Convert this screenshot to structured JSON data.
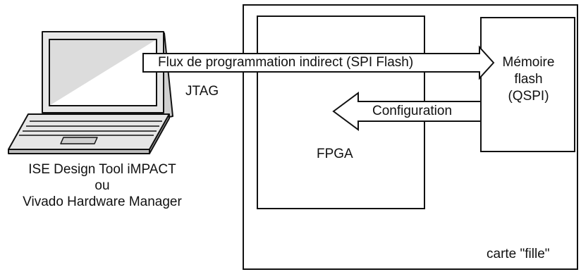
{
  "laptop": {
    "icon": "laptop-icon",
    "caption_lines": [
      "ISE Design Tool iMPACT",
      "ou",
      "Vivado Hardware Manager"
    ]
  },
  "jtag_label": "JTAG",
  "board": {
    "label": "carte \"fille\""
  },
  "fpga": {
    "label": "FPGA"
  },
  "flash_memory": {
    "lines": [
      "Mémoire",
      "flash",
      "(QSPI)"
    ]
  },
  "arrows": {
    "programming_flow": "Flux de programmation indirect (SPI Flash)",
    "configuration": "Configuration"
  },
  "colors": {
    "stroke": "#111111",
    "fill": "#ffffff",
    "shade": "#cfcfcf"
  }
}
